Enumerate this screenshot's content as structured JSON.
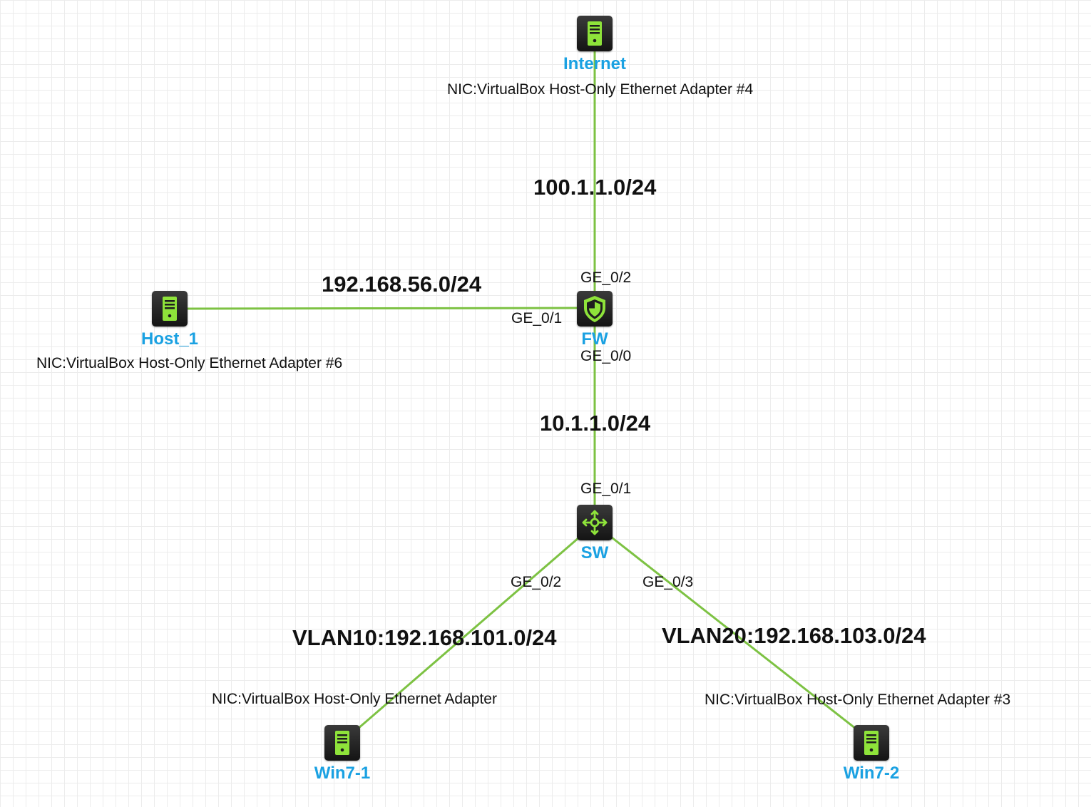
{
  "colors": {
    "link": "#7dc243",
    "device_name": "#1aa1e2",
    "device_icon": "#8ee33a",
    "device_bg": "#1e1e1e"
  },
  "devices": {
    "internet": {
      "name": "Internet",
      "icon": "server-icon",
      "nic": "NIC:VirtualBox Host-Only Ethernet Adapter #4"
    },
    "host1": {
      "name": "Host_1",
      "icon": "server-icon",
      "nic": "NIC:VirtualBox Host-Only Ethernet Adapter #6"
    },
    "fw": {
      "name": "FW",
      "icon": "firewall-shield-icon"
    },
    "sw": {
      "name": "SW",
      "icon": "switch-arrows-icon"
    },
    "win71": {
      "name": "Win7-1",
      "icon": "server-icon",
      "nic": "NIC:VirtualBox Host-Only Ethernet Adapter"
    },
    "win72": {
      "name": "Win7-2",
      "icon": "server-icon",
      "nic": "NIC:VirtualBox Host-Only Ethernet Adapter #3"
    }
  },
  "networks": {
    "wan": "100.1.1.0/24",
    "host": "192.168.56.0/24",
    "core": "10.1.1.0/24",
    "vlan10": "VLAN10:192.168.101.0/24",
    "vlan20": "VLAN20:192.168.103.0/24"
  },
  "ports": {
    "fw_ge02": "GE_0/2",
    "fw_ge01": "GE_0/1",
    "fw_ge00": "GE_0/0",
    "sw_ge01": "GE_0/1",
    "sw_ge02": "GE_0/2",
    "sw_ge03": "GE_0/3"
  }
}
